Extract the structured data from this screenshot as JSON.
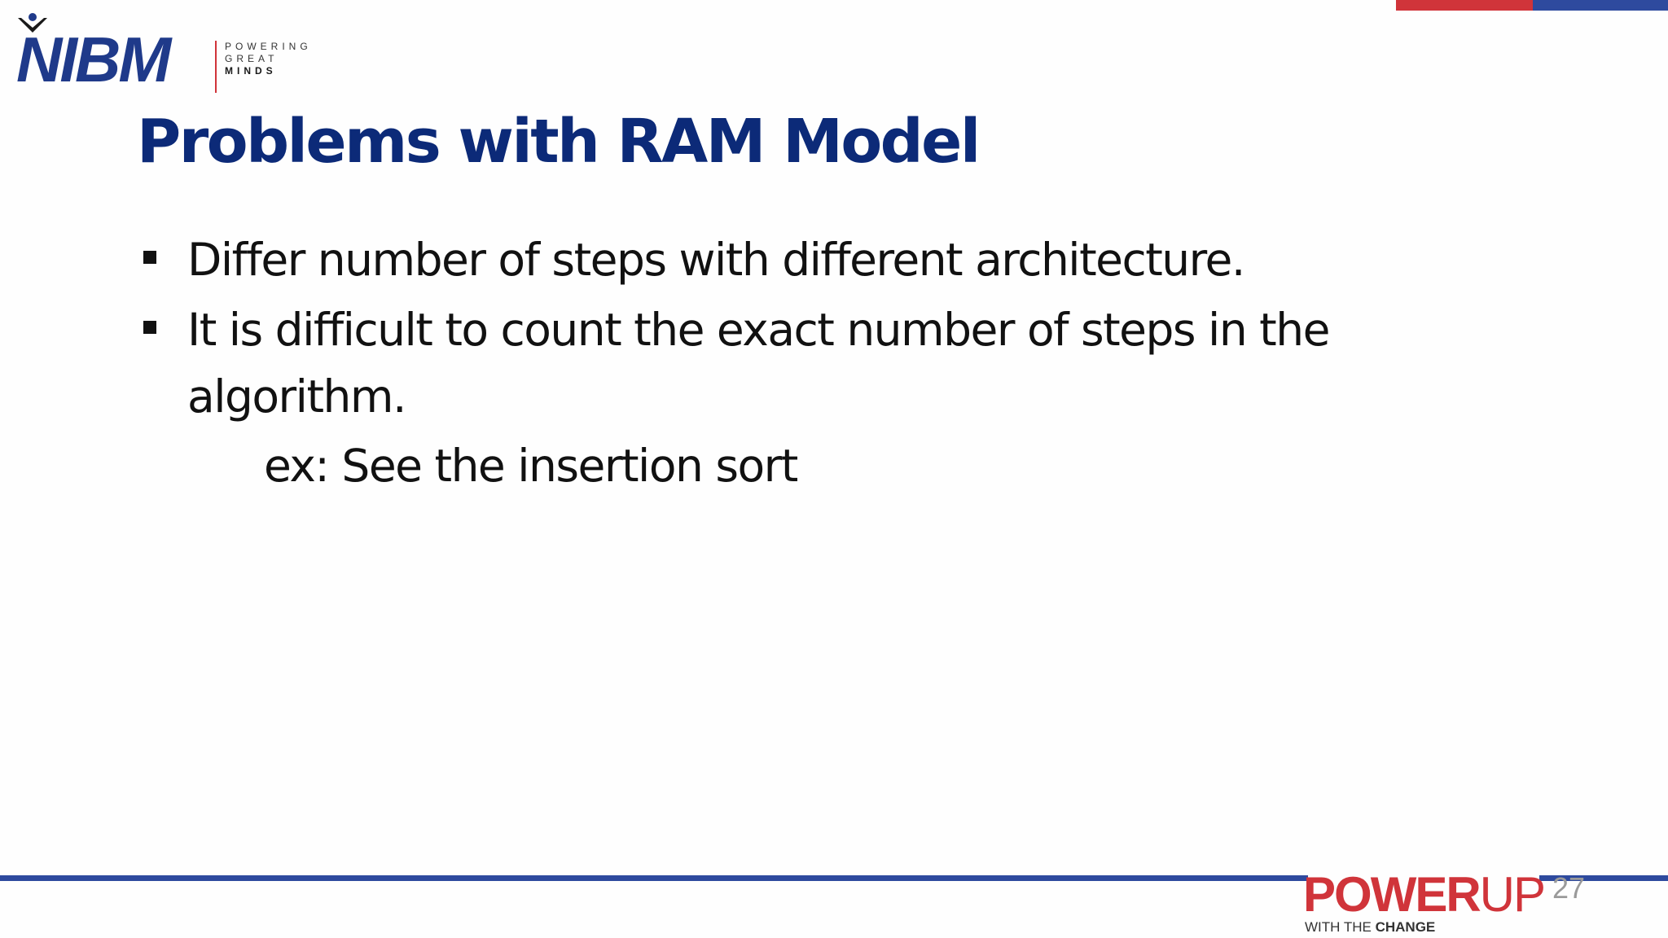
{
  "colors": {
    "navy": "#1f3a8a",
    "title_blue": "#0c2a78",
    "red": "#d0343a",
    "blue": "#2e4a9e"
  },
  "logo": {
    "text": "NIBM",
    "tagline": [
      "POWERING",
      "GREAT",
      "MINDS"
    ]
  },
  "slide": {
    "title": "Problems with RAM Model",
    "bullets": [
      "Differ number of steps with different architecture.",
      "It is difficult to count the exact number of steps in the algorithm."
    ],
    "example": "ex: See the insertion sort",
    "page_number": "27"
  },
  "footer": {
    "brand_bold": "POWER",
    "brand_light": "UP",
    "sub_normal": "WITH THE",
    "sub_bold": "CHANGE"
  }
}
